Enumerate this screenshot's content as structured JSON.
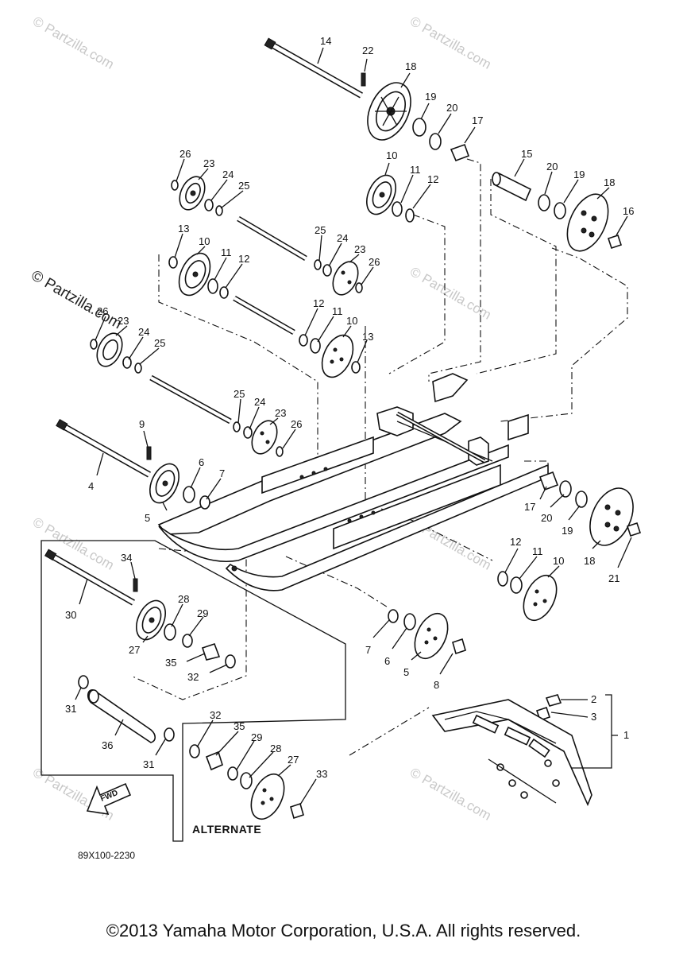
{
  "diagram": {
    "drawing_code": "89X100-2230",
    "alternate_label": "ALTERNATE",
    "fwd_label": "FWD",
    "watermark": "© Partzilla.com",
    "callouts": [
      "1",
      "2",
      "3",
      "4",
      "5",
      "6",
      "7",
      "8",
      "9",
      "10",
      "11",
      "12",
      "13",
      "14",
      "15",
      "16",
      "17",
      "18",
      "19",
      "20",
      "21",
      "22",
      "23",
      "24",
      "25",
      "26",
      "27",
      "28",
      "29",
      "30",
      "31",
      "32",
      "33",
      "34",
      "35",
      "36"
    ]
  },
  "copyright": "©2013 Yamaha Motor Corporation, U.S.A. All rights reserved."
}
